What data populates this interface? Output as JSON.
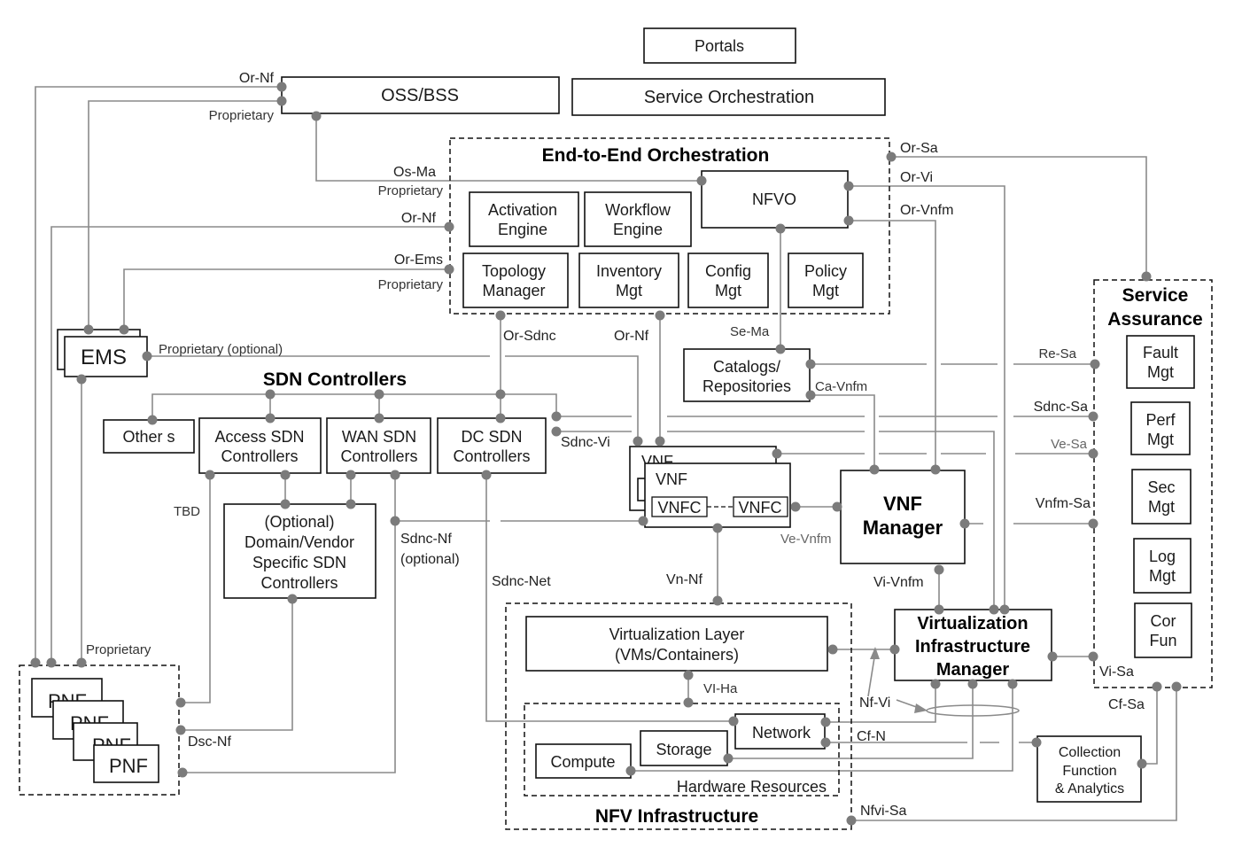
{
  "boxes": {
    "portals": "Portals",
    "oss_bss": "OSS/BSS",
    "service_orchestration": "Service Orchestration",
    "e2e_title": "End-to-End Orchestration",
    "nfvo": "NFVO",
    "activation_engine": [
      "Activation",
      "Engine"
    ],
    "workflow_engine": [
      "Workflow",
      "Engine"
    ],
    "topology_manager": [
      "Topology",
      "Manager"
    ],
    "inventory_mgt": [
      "Inventory",
      "Mgt"
    ],
    "config_mgt": [
      "Config",
      "Mgt"
    ],
    "policy_mgt": [
      "Policy",
      "Mgt"
    ],
    "ems": "EMS",
    "sdn_title": "SDN Controllers",
    "others": "Other s",
    "access_sdn": [
      "Access SDN",
      "Controllers"
    ],
    "wan_sdn": [
      "WAN SDN",
      "Controllers"
    ],
    "dc_sdn": [
      "DC SDN",
      "Controllers"
    ],
    "optional_sdn": [
      "(Optional)",
      "Domain/Vendor",
      "Specific SDN",
      "Controllers"
    ],
    "catalogs": [
      "Catalogs/",
      "Repositories"
    ],
    "vnf_back": "VNF",
    "vnf_front": "VNF",
    "vnfc_1": "VNFC",
    "vnfc_2": "VNFC",
    "vnf_manager": [
      "VNF",
      "Manager"
    ],
    "vim": [
      "Virtualization",
      "Infrastructure",
      "Manager"
    ],
    "virtualization_layer": [
      "Virtualization Layer",
      "(VMs/Containers)"
    ],
    "network": "Network",
    "storage": "Storage",
    "compute": "Compute",
    "hardware_resources": "Hardware Resources",
    "nfvi_title": "NFV Infrastructure",
    "collection_function": [
      "Collection",
      "Function",
      "& Analytics"
    ],
    "service_assurance_title": [
      "Service",
      "Assurance"
    ],
    "fault_mgt": [
      "Fault",
      "Mgt"
    ],
    "perf_mgt": [
      "Perf",
      "Mgt"
    ],
    "sec_mgt": [
      "Sec",
      "Mgt"
    ],
    "log_mgt": [
      "Log",
      "Mgt"
    ],
    "cor_fun": [
      "Cor",
      "Fun"
    ],
    "pnf": [
      "PNF",
      "PNF",
      "PNF",
      "PNF"
    ]
  },
  "interfaces": {
    "or_nf_top": "Or-Nf",
    "proprietary_top": "Proprietary",
    "os_ma": "Os-Ma",
    "proprietary_osma": "Proprietary",
    "or_nf_mid": "Or-Nf",
    "or_ems": "Or-Ems",
    "proprietary_ems": "Proprietary",
    "or_sa": "Or-Sa",
    "or_vi": "Or-Vi",
    "or_vnfm": "Or-Vnfm",
    "proprietary_optional": "Proprietary (optional)",
    "or_sdnc": "Or-Sdnc",
    "or_nf_vnf": "Or-Nf",
    "se_ma": "Se-Ma",
    "ca_vnfm": "Ca-Vnfm",
    "re_sa": "Re-Sa",
    "sdnc_sa": "Sdnc-Sa",
    "sdnc_vi": "Sdnc-Vi",
    "ve_sa": "Ve-Sa",
    "vnfm_sa": "Vnfm-Sa",
    "ve_vnfm": "Ve-Vnfm",
    "tbd": "TBD",
    "sdnc_nf": [
      "Sdnc-Nf",
      "(optional)"
    ],
    "sdnc_net": "Sdnc-Net",
    "vn_nf": "Vn-Nf",
    "vi_vnfm": "Vi-Vnfm",
    "proprietary_pnf": "Proprietary",
    "vi_ha": "VI-Ha",
    "nf_vi": "Nf-Vi",
    "cf_n": "Cf-N",
    "vi_sa": "Vi-Sa",
    "cf_sa": "Cf-Sa",
    "dsc_nf": "Dsc-Nf",
    "nfvi_sa": "Nfvi-Sa"
  }
}
